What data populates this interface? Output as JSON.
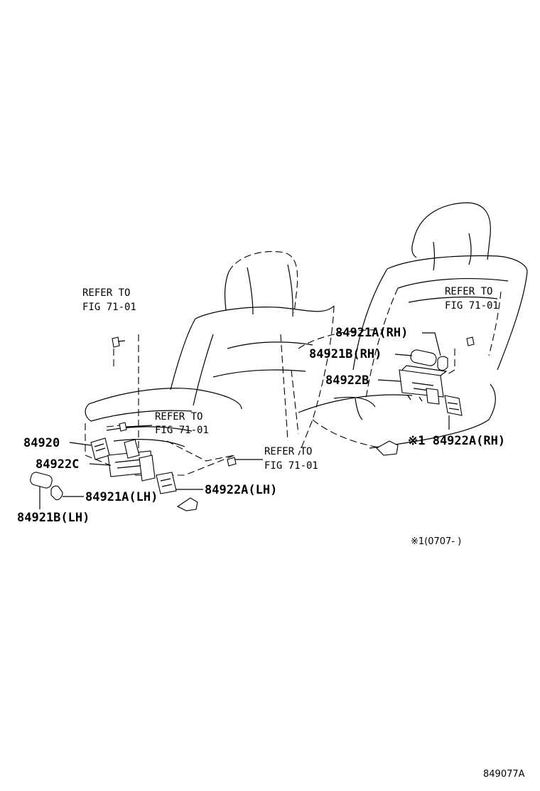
{
  "labels": {
    "refer_top_left": [
      "REFER TO",
      "FIG 71-01"
    ],
    "refer_mid_left": [
      "REFER TO",
      "FIG 71-01"
    ],
    "refer_bottom": [
      "REFER TO",
      "FIG 71-01"
    ],
    "refer_right": [
      "REFER TO",
      "FIG 71-01"
    ],
    "p84920": "84920",
    "p84922C": "84922C",
    "p84921A_LH": "84921A(LH)",
    "p84921B_LH": "84921B(LH)",
    "p84922A_LH": "84922A(LH)",
    "p84921A_RH": "84921A(RH)",
    "p84921B_RH": "84921B(RH)",
    "p84922B": "84922B",
    "p84922A_RH": "※1 84922A(RH)",
    "footnote": "※1(0707-      )",
    "figure_id": "849077A"
  }
}
